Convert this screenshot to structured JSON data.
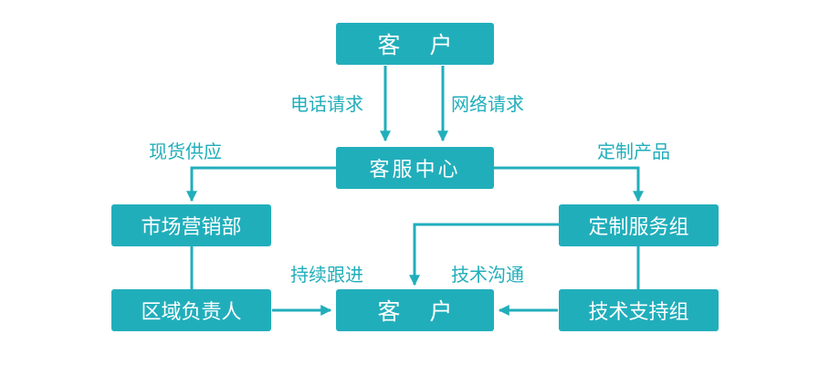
{
  "nodes": {
    "customer_top": "客 户",
    "service_center": "客服中心",
    "marketing": "市场营销部",
    "custom_service": "定制服务组",
    "regional": "区域负责人",
    "customer_bottom": "客 户",
    "tech_support": "技术支持组"
  },
  "edge_labels": {
    "phone_request": "电话请求",
    "network_request": "网络请求",
    "stock_supply": "现货供应",
    "custom_product": "定制产品",
    "followup": "持续跟进",
    "tech_comm": "技术沟通"
  },
  "colors": {
    "accent": "#21aebb",
    "text_on_box": "#ffffff"
  }
}
